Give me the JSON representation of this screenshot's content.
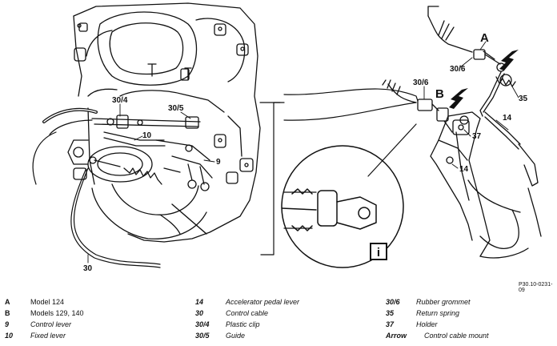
{
  "callouts": {
    "label_30_4": "30/4",
    "label_30_5": "30/5",
    "label_10": "10",
    "label_9": "9",
    "label_30": "30",
    "label_A": "A",
    "label_30_6_top": "30/6",
    "label_35": "35",
    "label_30_6_mid": "30/6",
    "label_B": "B",
    "label_14_right": "14",
    "label_37": "37",
    "label_14_pedal": "14",
    "label_info": "i"
  },
  "figure_reference": "P30.10-0231-09",
  "legend": {
    "col1": [
      {
        "code": "A",
        "desc": "Model 124"
      },
      {
        "code": "B",
        "desc": "Models 129, 140"
      },
      {
        "code": "9",
        "desc": "Control lever"
      },
      {
        "code": "10",
        "desc": "Fixed lever"
      }
    ],
    "col2": [
      {
        "code": "14",
        "desc": "Accelerator pedal lever"
      },
      {
        "code": "30",
        "desc": "Control cable"
      },
      {
        "code": "30/4",
        "desc": "Plastic clip"
      },
      {
        "code": "30/5",
        "desc": "Guide"
      }
    ],
    "col3": [
      {
        "code": "30/6",
        "desc": "Rubber grommet"
      },
      {
        "code": "35",
        "desc": "Return spring"
      },
      {
        "code": "37",
        "desc": "Holder"
      },
      {
        "code": "Arrow",
        "desc": "Control cable mount"
      }
    ]
  }
}
